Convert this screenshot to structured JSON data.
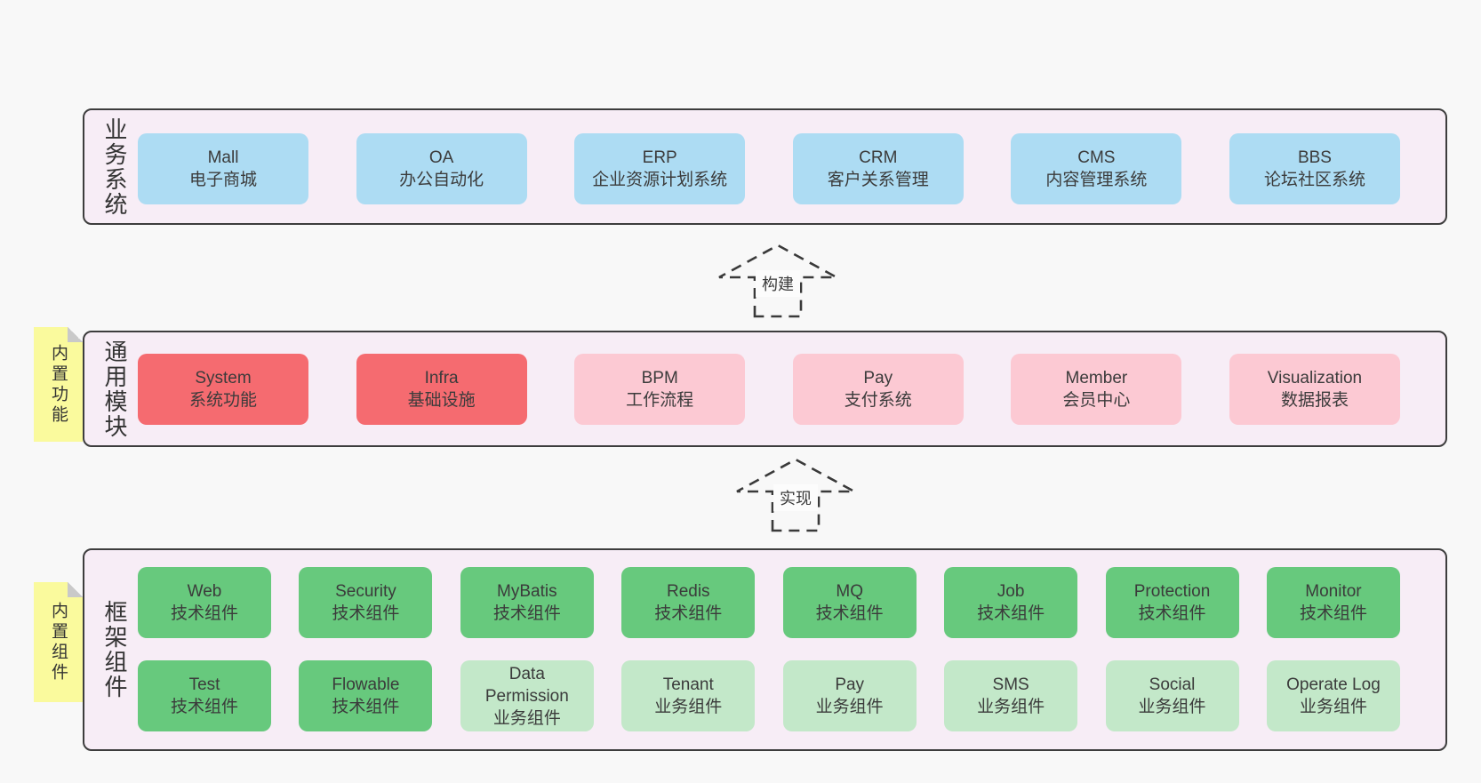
{
  "colors": {
    "page_bg": "#f8f8f8",
    "container_bg": "#f7edf6",
    "container_border": "#3d3d3d",
    "box_blue": "#addcf3",
    "box_red": "#f56b70",
    "box_pink": "#fcc9d3",
    "box_green": "#67c97d",
    "box_light_green": "#c3e8c9",
    "sticky_yellow": "#fafa9d",
    "text": "#3b3b3b"
  },
  "sections": {
    "business": {
      "label": "业务系统",
      "boxes": [
        {
          "name": "Mall",
          "desc": "电子商城"
        },
        {
          "name": "OA",
          "desc": "办公自动化"
        },
        {
          "name": "ERP",
          "desc": "企业资源计划系统"
        },
        {
          "name": "CRM",
          "desc": "客户关系管理"
        },
        {
          "name": "CMS",
          "desc": "内容管理系统"
        },
        {
          "name": "BBS",
          "desc": "论坛社区系统"
        }
      ]
    },
    "modules": {
      "label": "通用模块",
      "tag": "内置功能",
      "boxes": [
        {
          "name": "System",
          "desc": "系统功能"
        },
        {
          "name": "Infra",
          "desc": "基础设施"
        },
        {
          "name": "BPM",
          "desc": "工作流程"
        },
        {
          "name": "Pay",
          "desc": "支付系统"
        },
        {
          "name": "Member",
          "desc": "会员中心"
        },
        {
          "name": "Visualization",
          "desc": "数据报表"
        }
      ]
    },
    "components": {
      "label": "框架组件",
      "tag": "内置组件",
      "row1": [
        {
          "name": "Web",
          "desc": "技术组件"
        },
        {
          "name": "Security",
          "desc": "技术组件"
        },
        {
          "name": "MyBatis",
          "desc": "技术组件"
        },
        {
          "name": "Redis",
          "desc": "技术组件"
        },
        {
          "name": "MQ",
          "desc": "技术组件"
        },
        {
          "name": "Job",
          "desc": "技术组件"
        },
        {
          "name": "Protection",
          "desc": "技术组件"
        },
        {
          "name": "Monitor",
          "desc": "技术组件"
        }
      ],
      "row2": [
        {
          "name": "Test",
          "desc": "技术组件"
        },
        {
          "name": "Flowable",
          "desc": "技术组件"
        },
        {
          "name": "Data Permission",
          "desc": "业务组件"
        },
        {
          "name": "Tenant",
          "desc": "业务组件"
        },
        {
          "name": "Pay",
          "desc": "业务组件"
        },
        {
          "name": "SMS",
          "desc": "业务组件"
        },
        {
          "name": "Social",
          "desc": "业务组件"
        },
        {
          "name": "Operate Log",
          "desc": "业务组件"
        }
      ]
    }
  },
  "arrows": {
    "build": "构建",
    "implement": "实现"
  }
}
